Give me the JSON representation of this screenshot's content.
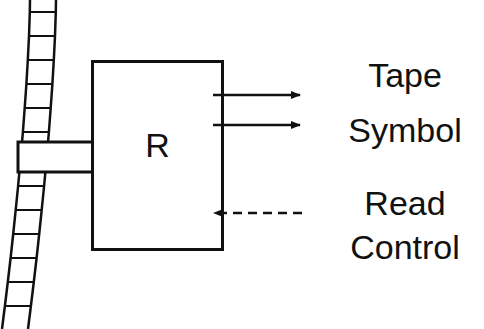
{
  "diagram": {
    "nodes": [
      {
        "text": [
          "R"
        ]
      }
    ],
    "labels": [
      "Tape Symbol",
      "Read Control"
    ]
  }
}
